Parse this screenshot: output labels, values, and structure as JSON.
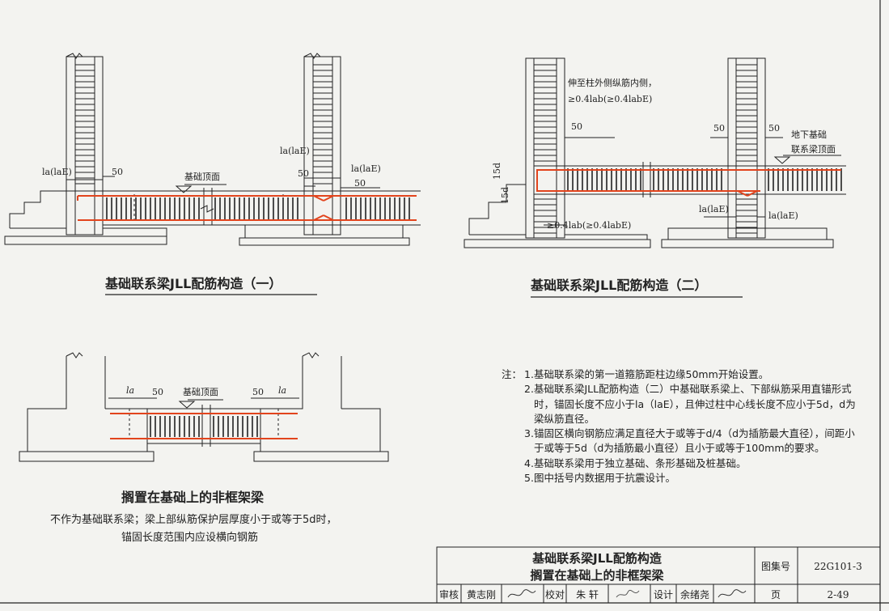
{
  "diagram1": {
    "title": "基础联系梁JLL配筋构造（一）",
    "labels": {
      "la_left": "la(laE)",
      "d50_left": "50",
      "base_top": "基础顶面",
      "la_mid": "la(laE)",
      "d50_mid": "50",
      "la_right": "la(laE)",
      "d50_right": "50"
    }
  },
  "diagram2": {
    "title": "基础联系梁JLL配筋构造（二）",
    "labels": {
      "extend_line1": "伸至柱外侧纵筋内侧，",
      "extend_line2": "≥0.4lab(≥0.4labE)",
      "d50_a": "50",
      "d50_b": "50",
      "d50_c": "50",
      "d15": "15d",
      "d15b": "15d",
      "bottom_anchor": "≥0.4lab(≥0.4labE)",
      "basement_line1": "地下基础",
      "basement_line2": "联系梁顶面",
      "la_b1": "la(laE)",
      "la_b2": "la(laE)"
    }
  },
  "diagram3": {
    "title": "搁置在基础上的非框架梁",
    "labels": {
      "la_left": "la",
      "d50_left": "50",
      "base_top": "基础顶面",
      "d50_right": "50",
      "la_right": "la"
    },
    "note_line1": "不作为基础联系梁；梁上部纵筋保护层厚度小于或等于5d时，",
    "note_line2": "锚固长度范围内应设横向钢筋"
  },
  "notes": {
    "lead": "注：",
    "items": [
      {
        "num": "1.",
        "text": "基础联系梁的第一道箍筋距柱边缘50mm开始设置。"
      },
      {
        "num": "2.",
        "text": "基础联系梁JLL配筋构造（二）中基础联系梁上、下部纵筋采用直锚形式时，锚固长度不应小于la（laE），且伸过柱中心线长度不应小于5d，d为梁纵筋直径。"
      },
      {
        "num": "3.",
        "text": "锚固区横向钢筋应满足直径大于或等于d/4（d为插筋最大直径），间距小于或等于5d（d为插筋最小直径）且小于或等于100mm的要求。"
      },
      {
        "num": "4.",
        "text": "基础联系梁用于独立基础、条形基础及桩基础。"
      },
      {
        "num": "5.",
        "text": "图中括号内数据用于抗震设计。"
      }
    ]
  },
  "title_block": {
    "title_line1": "基础联系梁JLL配筋构造",
    "title_line2": "搁置在基础上的非框架梁",
    "atlas_label": "图集号",
    "atlas_no": "22G101-3",
    "review_label": "审核",
    "reviewer": "黄志刚",
    "check_label": "校对",
    "checker": "朱  轩",
    "design_label": "设计",
    "designer": "余绪尧",
    "page_label": "页",
    "page_no": "2-49"
  },
  "colors": {
    "rebar": "#e2441d",
    "line": "#222222",
    "paper": "#f3f3f0"
  }
}
